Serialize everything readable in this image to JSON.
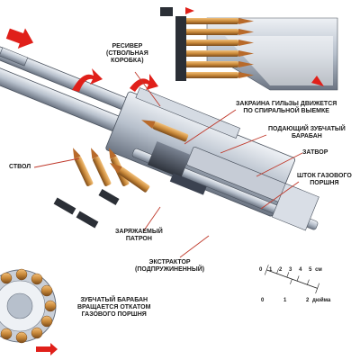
{
  "colors": {
    "metal_light": "#d9dee6",
    "metal_mid": "#a9b3c2",
    "metal_dark": "#5d6675",
    "brass": "#c9893a",
    "brass_dark": "#8a5420",
    "bullet": "#b86a2a",
    "arrow_red": "#e0201a",
    "leader": "#c0392b",
    "ink": "#1a1a1a"
  },
  "labels": {
    "receiver": [
      "РЕСИВЕР",
      "(СТВОЛЬНАЯ",
      "КОРОБКА)"
    ],
    "case_spiral": [
      "ЗАКРАИНА ГИЛЬЗЫ ДВИЖЕТСЯ",
      "ПО СПИРАЛЬНОЙ ВЫЕМКЕ"
    ],
    "feed_drum": [
      "ПОДАЮЩИЙ ЗУБЧАТЫЙ",
      "БАРАБАН"
    ],
    "bolt": "ЗАТВОР",
    "gas_rod": [
      "ШТОК ГАЗОВОГО",
      "ПОРШНЯ"
    ],
    "barrel": "СТВОЛ",
    "loaded_cartridge": [
      "ЗАРЯЖАЕМЫЙ",
      "ПАТРОН"
    ],
    "extractor": [
      "ЭКСТРАКТОР",
      "(ПОДПРУЖИНЕННЫЙ)"
    ],
    "drum_rotation": [
      "ЗУБЧАТЫЙ БАРАБАН",
      "ВРАЩАЕТСЯ ОТКАТОМ",
      "ГАЗОВОГО ПОРШНЯ"
    ]
  },
  "scale": {
    "cm_ticks": [
      "0",
      "1",
      "2",
      "3",
      "4",
      "5"
    ],
    "cm_unit": "см",
    "inch_ticks": [
      "0",
      "1",
      "2"
    ],
    "inch_unit": "дюйма"
  }
}
